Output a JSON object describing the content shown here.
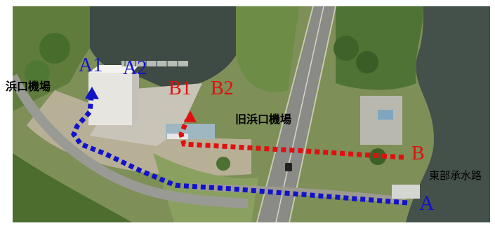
{
  "labels": {
    "a1": "A1",
    "a2": "A2",
    "b1": "B1",
    "b2": "B2",
    "b": "B",
    "a": "A",
    "hamaguchi": "浜口機場",
    "old_hamaguchi": "旧浜口機場",
    "tobu": "東部承水路"
  },
  "colors": {
    "blue_route": "#1212c8",
    "red_route": "#e01010",
    "water": "#3e4a44",
    "vegetation": "#6f8a45",
    "road": "#8d8d88"
  }
}
